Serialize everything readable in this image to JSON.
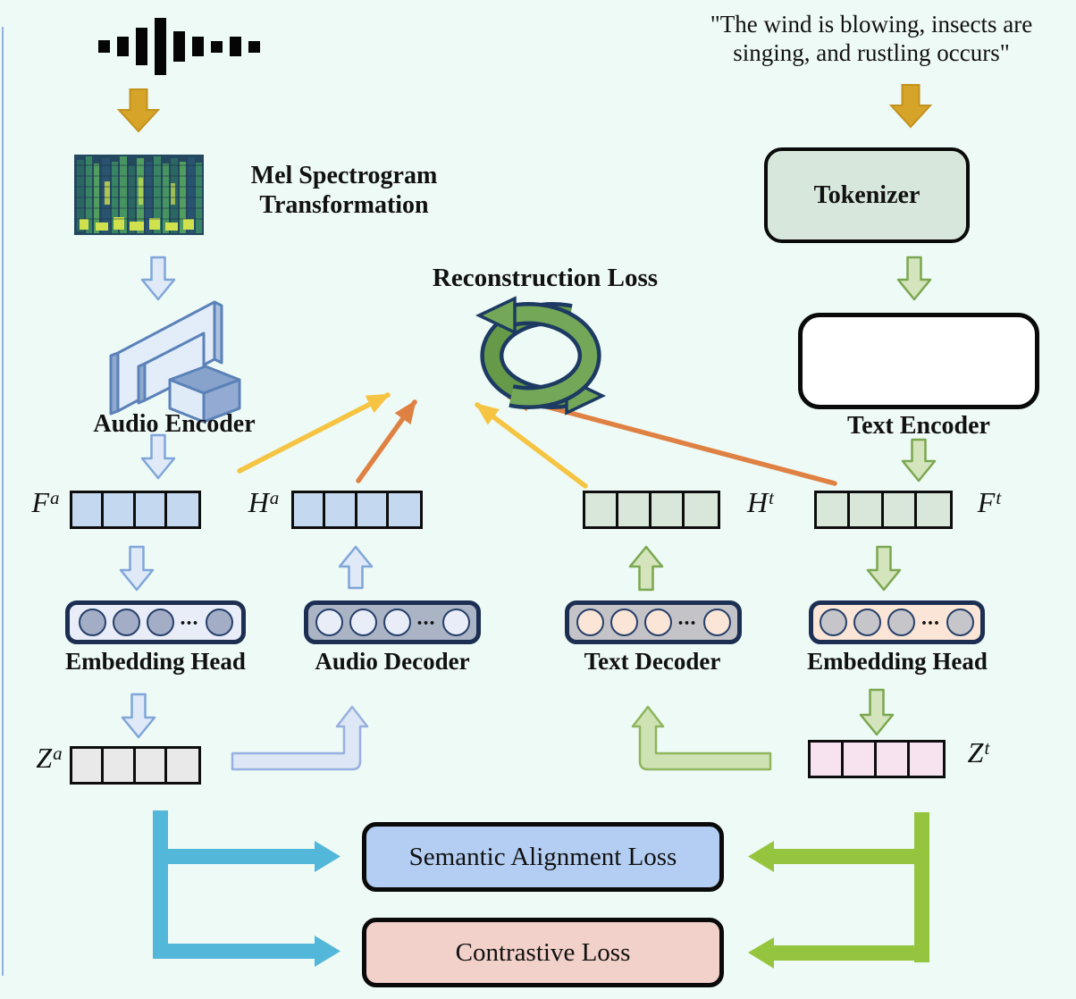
{
  "ellipsis": "...",
  "audio": {
    "mel_line1": "Mel Spectrogram",
    "mel_line2": "Transformation",
    "encoder": "Audio Encoder",
    "embedding_head": "Embedding Head",
    "decoder": "Audio Decoder"
  },
  "text": {
    "quote1": "\"The wind is blowing, insects are",
    "quote2": "singing, and rustling occurs\"",
    "tokenizer": "Tokenizer",
    "encoder": "Text Encoder",
    "decoder": "Text Decoder",
    "embedding_head": "Embedding Head"
  },
  "losses": {
    "reconstruction": "Reconstruction Loss",
    "semantic": "Semantic Alignment Loss",
    "contrastive": "Contrastive Loss"
  },
  "vectors": {
    "fa": {
      "base": "F",
      "sup": "a"
    },
    "ha": {
      "base": "H",
      "sup": "a"
    },
    "ht": {
      "base": "H",
      "sup": "t"
    },
    "ft": {
      "base": "F",
      "sup": "t"
    },
    "za": {
      "base": "Z",
      "sup": "a"
    },
    "zt": {
      "base": "Z",
      "sup": "t"
    }
  },
  "colors": {
    "background": "#eefaf6",
    "gold_arrow": "#d5a429",
    "blue_arrow_fill": "#dfe9f7",
    "blue_arrow_stroke": "#7fa6d9",
    "green_arrow_fill": "#d4e4bd",
    "green_arrow_stroke": "#7aa74f",
    "yellow_line": "#f6c443",
    "orange_line": "#df8142",
    "cyan_connector": "#53b7d9",
    "green_connector": "#95c53f",
    "blue_cells": "#c4d8ef",
    "green_cells": "#d8e7da",
    "gray_cells": "#e9e9e9",
    "pink_cells": "#f7e3ef",
    "tokenizer_fill": "#d7e7dc",
    "semantic_fill": "#b3cef2",
    "contrastive_fill": "#f2d1ca",
    "recycle_green": "#6b9e4c",
    "recycle_outline": "#1d3a63"
  }
}
